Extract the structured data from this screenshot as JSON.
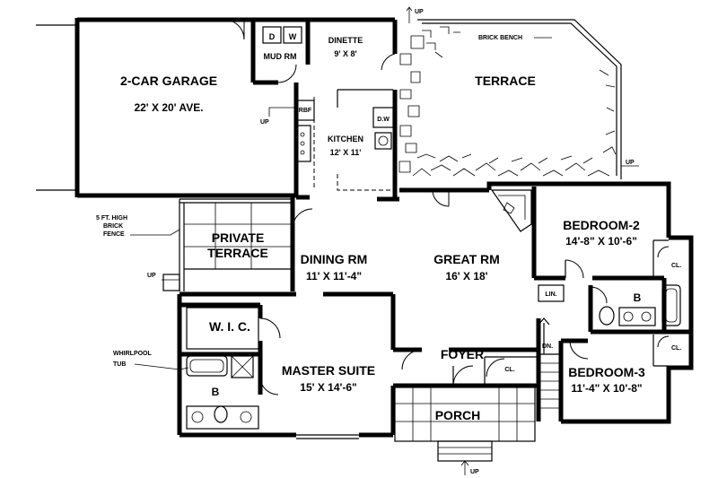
{
  "rooms": {
    "garage": {
      "name": "2-CAR GARAGE",
      "size": "22' X 20' AVE."
    },
    "mudroom": {
      "name": "MUD RM"
    },
    "dinette": {
      "name": "DINETTE",
      "size": "9' X 8'"
    },
    "terrace": {
      "name": "TERRACE"
    },
    "kitchen": {
      "name": "KITCHEN",
      "size": "12' X 11'"
    },
    "private_terrace": {
      "name_line1": "PRIVATE",
      "name_line2": "TERRACE"
    },
    "dining": {
      "name": "DINING RM",
      "size": "11' X 11'-4\""
    },
    "great_room": {
      "name": "GREAT RM",
      "size": "16' X 18'"
    },
    "bedroom2": {
      "name": "BEDROOM-2",
      "size": "14'-8\" X 10'-6\""
    },
    "bedroom3": {
      "name": "BEDROOM-3",
      "size": "11'-4\" X 10'-8\""
    },
    "master": {
      "name": "MASTER SUITE",
      "size": "15' X 14'-6\""
    },
    "wic": {
      "name": "W. I. C."
    },
    "foyer": {
      "name": "FOYER"
    },
    "porch": {
      "name": "PORCH"
    },
    "bath_master": {
      "name": "B"
    },
    "bath_hall": {
      "name": "B"
    },
    "closet_br2": {
      "name": "CL."
    },
    "closet_br3": {
      "name": "CL."
    },
    "closet_foyer": {
      "name": "CL."
    },
    "linen": {
      "name": "LIN."
    }
  },
  "fixtures": {
    "dryer": "D",
    "washer": "W",
    "dishwasher": "D.W",
    "refrigerator": "RBF"
  },
  "annotations": {
    "brick_bench": "BRICK BENCH",
    "fence_line1": "5 FT. HIGH",
    "fence_line2": "BRICK",
    "fence_line3": "FENCE",
    "whirlpool_line1": "WHIRLPOOL",
    "whirlpool_line2": "TUB",
    "up": "UP",
    "down": "DN."
  }
}
